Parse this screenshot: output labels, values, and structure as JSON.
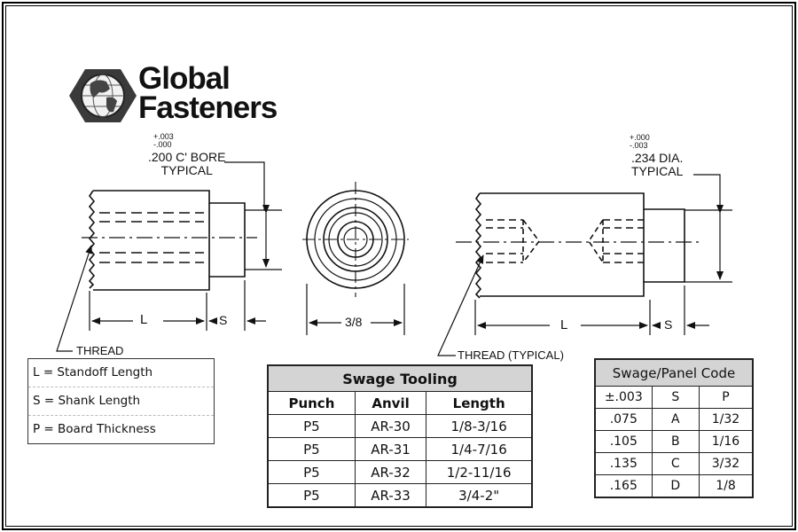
{
  "brand": {
    "line1": "Global",
    "line2": "Fasteners",
    "logo_icon": "globe-hexagon-icon"
  },
  "drawing": {
    "bore": {
      "tol_plus": "+.003",
      "tol_minus": "-.000",
      "label_line1": ".200 C' BORE",
      "label_line2": "TYPICAL"
    },
    "dia": {
      "tol_plus": "+.000",
      "tol_minus": "-.003",
      "label_line1": ".234 DIA.",
      "label_line2": "TYPICAL"
    },
    "left_view": {
      "dim_l": "L",
      "dim_s": "S",
      "thread": "THREAD"
    },
    "end_view": {
      "dim": "3/8"
    },
    "right_view": {
      "dim_l": "L",
      "dim_s": "S",
      "thread": "THREAD (TYPICAL)"
    }
  },
  "legend": {
    "items": [
      "L = Standoff Length",
      "S = Shank Length",
      "P = Board Thickness"
    ]
  },
  "swage_tooling": {
    "title": "Swage Tooling",
    "columns": [
      "Punch",
      "Anvil",
      "Length"
    ],
    "rows": [
      [
        "P5",
        "AR-30",
        "1/8-3/16"
      ],
      [
        "P5",
        "AR-31",
        "1/4-7/16"
      ],
      [
        "P5",
        "AR-32",
        "1/2-11/16"
      ],
      [
        "P5",
        "AR-33",
        "3/4-2\""
      ]
    ]
  },
  "swage_panel_code": {
    "title": "Swage/Panel Code",
    "columns": [
      "±.003",
      "S",
      "P"
    ],
    "rows": [
      [
        ".075",
        "A",
        "1/32"
      ],
      [
        ".105",
        "B",
        "1/16"
      ],
      [
        ".135",
        "C",
        "3/32"
      ],
      [
        ".165",
        "D",
        "1/8"
      ]
    ]
  }
}
